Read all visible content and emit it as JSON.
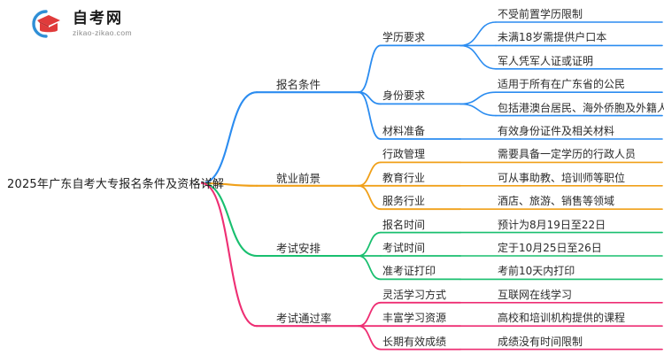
{
  "brand": {
    "name": "自考网",
    "domain": "zikao-zikao.com",
    "logo_icon": "graduation-cap-icon",
    "swoosh_color": "#2f8fd6",
    "cap_color": "#e03b3b"
  },
  "mindmap": {
    "root": "2025年广东自考大专报名条件及资格详解",
    "branch_colors": {
      "signup": "#2b8cf0",
      "career": "#f0a019",
      "schedule": "#19bf6f",
      "passrate": "#ee2e73"
    },
    "branches": [
      {
        "id": "signup",
        "label": "报名条件",
        "color": "#2b8cf0",
        "children": [
          {
            "label": "学历要求",
            "leaves": [
              "不受前置学历限制",
              "未满18岁需提供户口本",
              "军人凭军人证或证明"
            ]
          },
          {
            "label": "身份要求",
            "leaves": [
              "适用于所有在广东省的公民",
              "包括港澳台居民、海外侨胞及外籍人士"
            ]
          },
          {
            "label": "材料准备",
            "leaves": [
              "有效身份证件及相关材料"
            ]
          }
        ]
      },
      {
        "id": "career",
        "label": "就业前景",
        "color": "#f0a019",
        "children": [
          {
            "label": "行政管理",
            "leaves": [
              "需要具备一定学历的行政人员"
            ]
          },
          {
            "label": "教育行业",
            "leaves": [
              "可从事助教、培训师等职位"
            ]
          },
          {
            "label": "服务行业",
            "leaves": [
              "酒店、旅游、销售等领域"
            ]
          }
        ]
      },
      {
        "id": "schedule",
        "label": "考试安排",
        "color": "#19bf6f",
        "children": [
          {
            "label": "报名时间",
            "leaves": [
              "预计为8月19日至22日"
            ]
          },
          {
            "label": "考试时间",
            "leaves": [
              "定于10月25日至26日"
            ]
          },
          {
            "label": "准考证打印",
            "leaves": [
              "考前10天内打印"
            ]
          }
        ]
      },
      {
        "id": "passrate",
        "label": "考试通过率",
        "color": "#ee2e73",
        "children": [
          {
            "label": "灵活学习方式",
            "leaves": [
              "互联网在线学习"
            ]
          },
          {
            "label": "丰富学习资源",
            "leaves": [
              "高校和培训机构提供的课程"
            ]
          },
          {
            "label": "长期有效成绩",
            "leaves": [
              "成绩没有时间限制"
            ]
          }
        ]
      }
    ]
  }
}
